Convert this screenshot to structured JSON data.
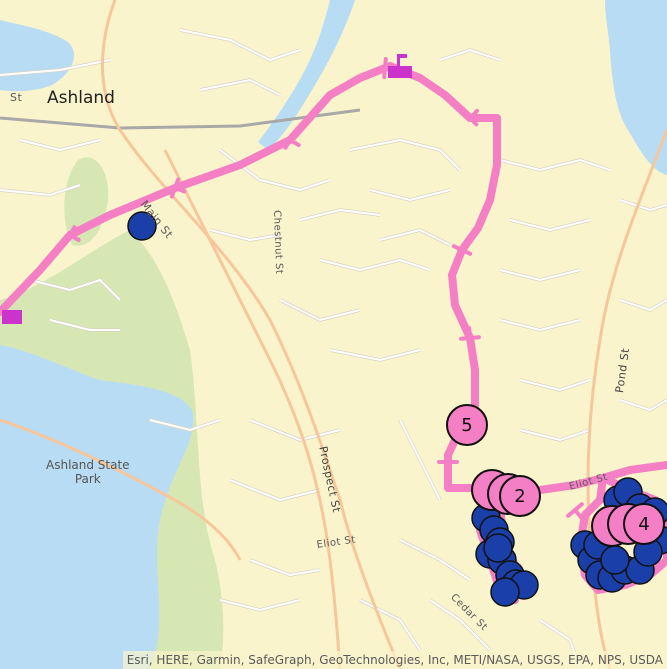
{
  "map": {
    "colors": {
      "land": "#f9f4cc",
      "water": "#b9dcf5",
      "park": "#d6e7b3",
      "minor_road": "#ffffff",
      "minor_road_casing": "#d9d4c4",
      "major_road": "#f7c79b",
      "major_road_casing": "#e3a877",
      "route": "#f47fc4",
      "stop_marker": "#f47fc4",
      "point": "#1a3fa8",
      "depot": "#cc33cc"
    },
    "labels": {
      "town": "Ashland",
      "street_prefix": "St",
      "park_line1": "Ashland State",
      "park_line2": "Park",
      "main_st": "Main St",
      "chestnut_st": "Chestnut St",
      "prospect_st": "Prospect St",
      "eliot_st_1": "Eliot St",
      "eliot_st_2": "Eliot St",
      "cedar_st": "Cedar St",
      "pond_st": "Pond St"
    },
    "stops": [
      {
        "label": "5"
      },
      {
        "label": "2"
      },
      {
        "label": "4"
      }
    ],
    "attribution": "Esri, HERE, Garmin, SafeGraph, GeoTechnologies, Inc, METI/NASA, USGS, EPA, NPS, USDA"
  }
}
